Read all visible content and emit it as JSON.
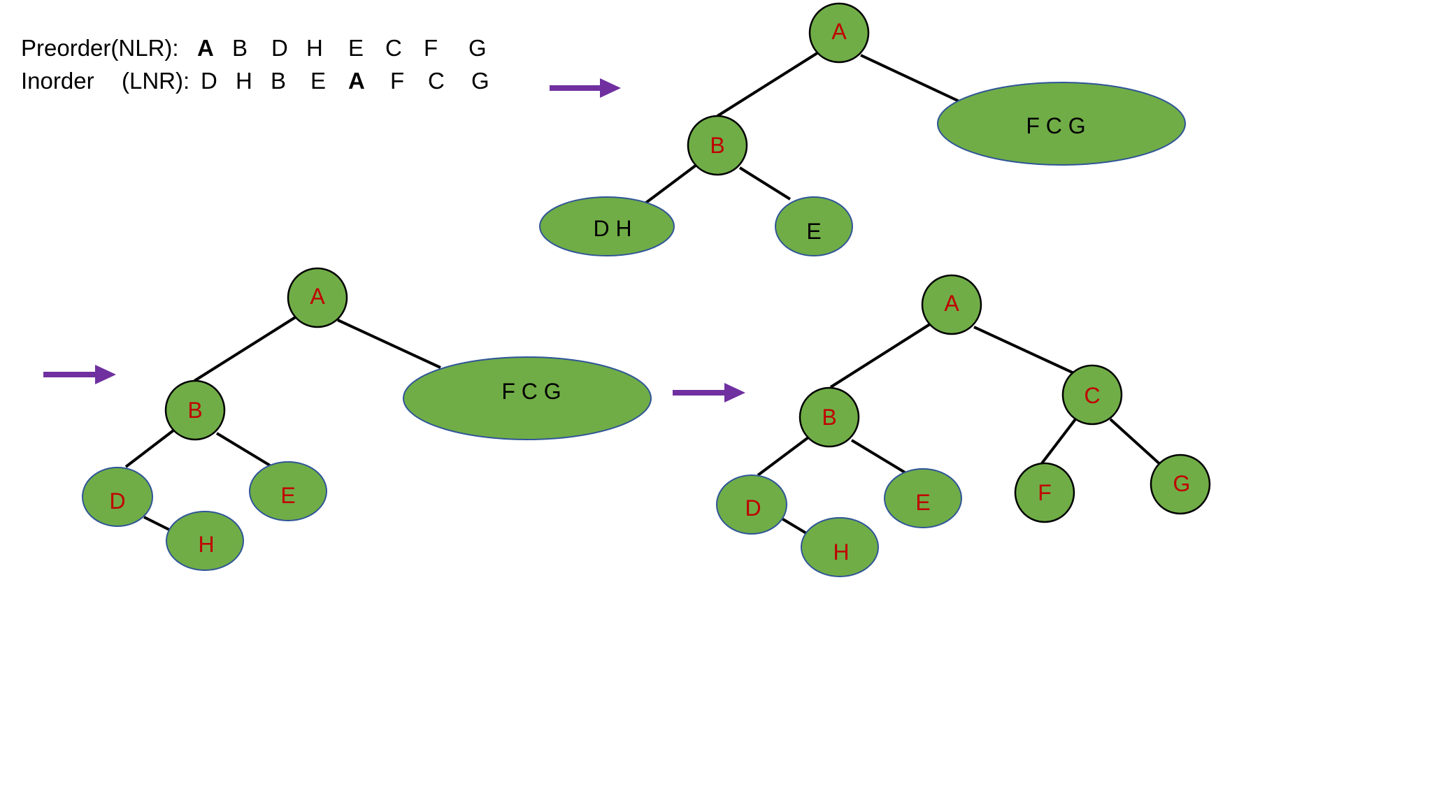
{
  "sequences": {
    "preorder": {
      "label": "Preorder(NLR):",
      "items": [
        "A",
        "B",
        "D",
        "H",
        "E",
        "C",
        "F",
        "G"
      ],
      "highlight": "A"
    },
    "inorder": {
      "label": "Inorder",
      "label_suffix": "(LNR):",
      "items": [
        "D",
        "H",
        "B",
        "E",
        "A",
        "F",
        "C",
        "G"
      ],
      "highlight": "A"
    }
  },
  "colors": {
    "node_fill": "#70ad47",
    "node_stroke_circle": "#000000",
    "node_stroke_ellipse": "#2f5597",
    "resolved_text": "#c00000",
    "pending_text": "#000000",
    "arrow": "#7030a0",
    "highlight": "#c00000"
  },
  "steps": [
    {
      "id": "step1",
      "nodes": [
        {
          "id": "A",
          "label": "A",
          "kind": "resolved"
        },
        {
          "id": "B",
          "label": "B",
          "kind": "resolved"
        },
        {
          "id": "DH",
          "label": "D  H",
          "kind": "group"
        },
        {
          "id": "E",
          "label": "E",
          "kind": "group"
        },
        {
          "id": "FCG",
          "label": "F   C   G",
          "kind": "group"
        }
      ]
    },
    {
      "id": "step2",
      "nodes": [
        {
          "id": "A",
          "label": "A",
          "kind": "resolved"
        },
        {
          "id": "B",
          "label": "B",
          "kind": "resolved"
        },
        {
          "id": "D",
          "label": "D",
          "kind": "resolved-ellipse"
        },
        {
          "id": "H",
          "label": "H",
          "kind": "resolved-ellipse"
        },
        {
          "id": "E",
          "label": "E",
          "kind": "resolved-ellipse"
        },
        {
          "id": "FCG",
          "label": "F   C   G",
          "kind": "group"
        }
      ]
    },
    {
      "id": "step3",
      "nodes": [
        {
          "id": "A",
          "label": "A",
          "kind": "resolved"
        },
        {
          "id": "B",
          "label": "B",
          "kind": "resolved"
        },
        {
          "id": "C",
          "label": "C",
          "kind": "resolved"
        },
        {
          "id": "D",
          "label": "D",
          "kind": "resolved-ellipse"
        },
        {
          "id": "H",
          "label": "H",
          "kind": "resolved-ellipse"
        },
        {
          "id": "E",
          "label": "E",
          "kind": "resolved-ellipse"
        },
        {
          "id": "F",
          "label": "F",
          "kind": "resolved"
        },
        {
          "id": "G",
          "label": "G",
          "kind": "resolved"
        }
      ]
    }
  ]
}
